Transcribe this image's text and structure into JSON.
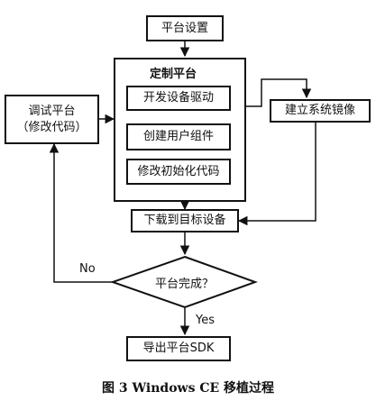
{
  "nodes": {
    "platform_settings": "平台设置",
    "customize_platform": "定制平台",
    "develop_drivers": "开发设备驱动",
    "create_components": "创建用户组件",
    "modify_init_code": "修改初始化代码",
    "debug_platform_line1": "调试平台",
    "debug_platform_line2": "（修改代码）",
    "build_image": "建立系统镜像",
    "download_to_device": "下载到目标设备",
    "platform_done": "平台完成？",
    "export_sdk": "导出平台SDK"
  },
  "edge_labels": {
    "no": "No",
    "yes": "Yes"
  },
  "caption": "图 3   Windows CE 移植过程"
}
